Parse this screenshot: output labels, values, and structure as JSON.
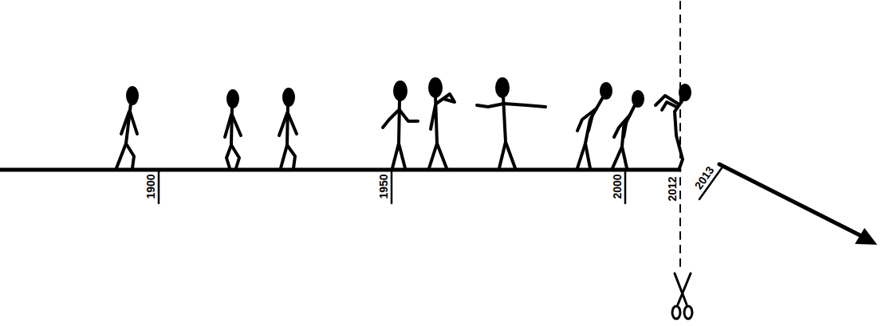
{
  "diagram": {
    "labels": [
      "1900",
      "1950",
      "2000",
      "2012",
      "2013"
    ]
  }
}
